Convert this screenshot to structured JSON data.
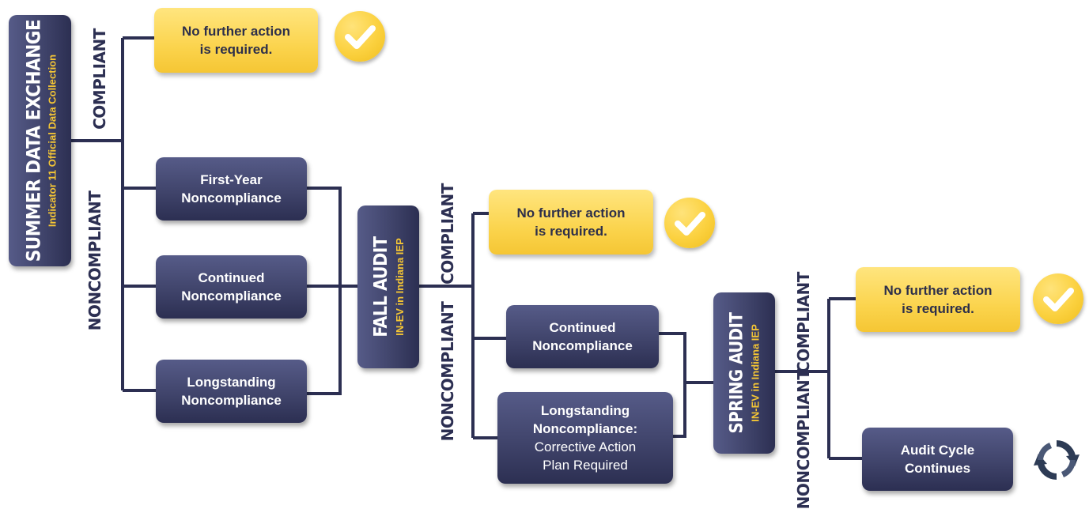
{
  "summer": {
    "title": "SUMMER DATA EXCHANGE",
    "subtitle": "Indicator 11 Official Data Collection"
  },
  "fall": {
    "title": "FALL AUDIT",
    "subtitle": "IN-EV in Indiana IEP"
  },
  "spring": {
    "title": "SPRING AUDIT",
    "subtitle": "IN-EV in Indiana IEP"
  },
  "labels": {
    "compliant": "COMPLIANT",
    "noncompliant": "NONCOMPLIANT"
  },
  "no_action": {
    "line1": "No further action",
    "line2": "is required."
  },
  "first_year": {
    "line1": "First-Year",
    "line2": "Noncompliance"
  },
  "continued": {
    "line1": "Continued",
    "line2": "Noncompliance"
  },
  "longstanding": {
    "line1": "Longstanding",
    "line2": "Noncompliance"
  },
  "longstanding_cap": {
    "line1": "Longstanding",
    "line2": "Noncompliance:",
    "line3": "Corrective Action",
    "line4": "Plan Required"
  },
  "audit_cycle": {
    "line1": "Audit Cycle",
    "line2": "Continues"
  },
  "icons": {
    "check": "check-circle-icon",
    "cycle": "refresh-cycle-icon"
  },
  "colors": {
    "navy": "#2c2f52",
    "navy_light": "#565b88",
    "yellow": "#fbd44d",
    "gold_text": "#f5c634",
    "cycle_icon": "#2d3b55"
  }
}
